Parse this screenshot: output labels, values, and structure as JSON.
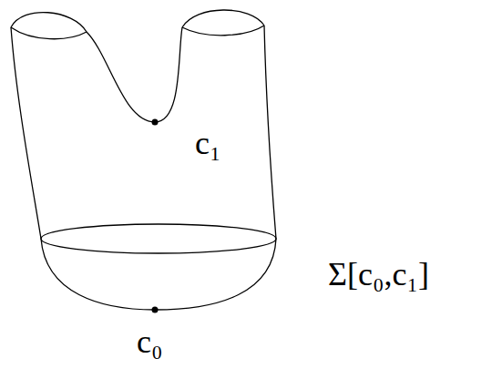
{
  "diagram": {
    "labels": [
      "c₁",
      "c₀",
      "Σ[c₀,c₁]"
    ]
  }
}
